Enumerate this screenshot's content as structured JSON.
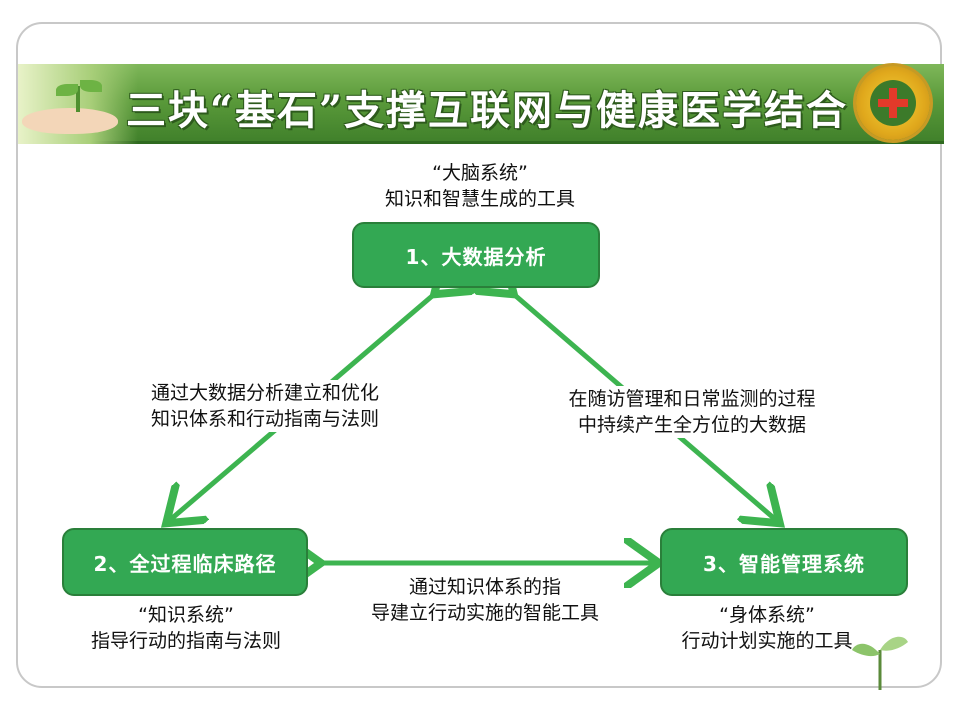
{
  "header": {
    "title": "三块“基石”支撑互联网与健康医学结合"
  },
  "nodes": {
    "top": {
      "label": "1、大数据分析",
      "caption_line1": "“大脑系统”",
      "caption_line2": "知识和智慧生成的工具"
    },
    "left": {
      "label": "2、全过程临床路径",
      "caption_line1": "“知识系统”",
      "caption_line2": "指导行动的指南与法则"
    },
    "right": {
      "label": "3、智能管理系统",
      "caption_line1": "“身体系统”",
      "caption_line2": "行动计划实施的工具"
    }
  },
  "edges": {
    "left_edge": {
      "line1": "通过大数据分析建立和优化",
      "line2": "知识体系和行动指南与法则"
    },
    "right_edge": {
      "line1": "在随访管理和日常监测的过程",
      "line2": "中持续产生全方位的大数据"
    },
    "bottom_edge": {
      "line1": "通过知识体系的指",
      "line2": "导建立行动实施的智能工具"
    }
  },
  "colors": {
    "node_fill": "#33a853",
    "arrow": "#3db450",
    "banner": "#5a9a3a"
  },
  "icons": {
    "banner_left": "seedling-in-hands-icon",
    "banner_right": "hospital-emblem-icon",
    "corner": "sprout-icon"
  }
}
